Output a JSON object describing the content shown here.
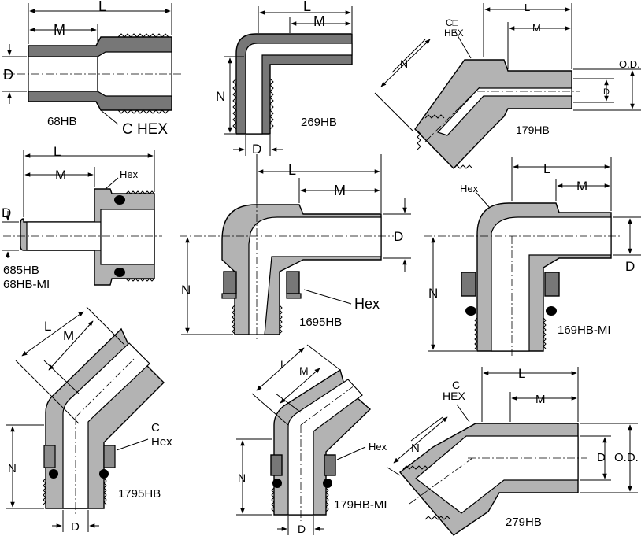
{
  "figures": [
    {
      "id": "68HB",
      "name": "68HB",
      "labels": {
        "L": "L",
        "M": "M",
        "D": "D",
        "hex": "C HEX"
      }
    },
    {
      "id": "269HB",
      "name": "269HB",
      "labels": {
        "L": "L",
        "M": "M",
        "N": "N",
        "D": "D"
      }
    },
    {
      "id": "179HB",
      "name": "179HB",
      "labels": {
        "L": "L",
        "M": "M",
        "N": "N",
        "D": "D",
        "od": "O.D.",
        "hex": "C□\nHEX"
      }
    },
    {
      "id": "685HB",
      "name": "685HB",
      "name2": "68HB-MI",
      "labels": {
        "L": "L",
        "M": "M",
        "D": "D",
        "hex": "Hex"
      }
    },
    {
      "id": "1695HB",
      "name": "1695HB",
      "labels": {
        "L": "L",
        "M": "M",
        "N": "N",
        "D": "D",
        "hex": "Hex"
      }
    },
    {
      "id": "169HB-MI",
      "name": "169HB-MI",
      "labels": {
        "L": "L",
        "M": "M",
        "N": "N",
        "D": "D",
        "hex": "Hex"
      }
    },
    {
      "id": "1795HB",
      "name": "1795HB",
      "labels": {
        "L": "L",
        "M": "M",
        "N": "N",
        "D": "D",
        "hex": "C\nHex"
      }
    },
    {
      "id": "179HB-MI",
      "name": "179HB-MI",
      "labels": {
        "L": "L",
        "M": "M",
        "N": "N",
        "D": "D",
        "hex": "Hex"
      }
    },
    {
      "id": "279HB",
      "name": "279HB",
      "labels": {
        "L": "L",
        "M": "M",
        "N": "N",
        "D": "D",
        "od": "O.D.",
        "hex": "C\nHEX"
      }
    }
  ],
  "hex_box_glyph": "C□",
  "hex_word_upper": "HEX",
  "colors": {
    "body": "#b3b3b3",
    "dark": "#777777",
    "line": "#000000",
    "background": "#ffffff"
  }
}
